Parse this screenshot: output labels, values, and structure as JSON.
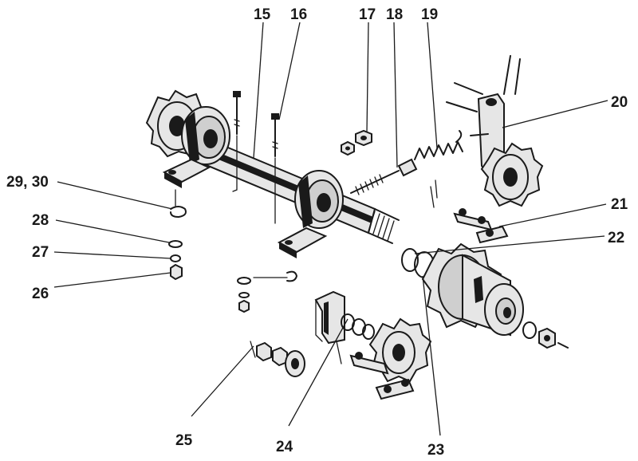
{
  "callouts": [
    {
      "id": "15",
      "label": "15"
    },
    {
      "id": "16",
      "label": "16"
    },
    {
      "id": "17",
      "label": "17"
    },
    {
      "id": "18",
      "label": "18"
    },
    {
      "id": "19",
      "label": "19"
    },
    {
      "id": "20",
      "label": "20"
    },
    {
      "id": "21",
      "label": "21"
    },
    {
      "id": "22",
      "label": "22"
    },
    {
      "id": "23",
      "label": "23"
    },
    {
      "id": "24",
      "label": "24"
    },
    {
      "id": "25",
      "label": "25"
    },
    {
      "id": "26",
      "label": "26"
    },
    {
      "id": "27",
      "label": "27"
    },
    {
      "id": "28",
      "label": "28"
    },
    {
      "id": "29-30",
      "label": "29, 30"
    }
  ]
}
